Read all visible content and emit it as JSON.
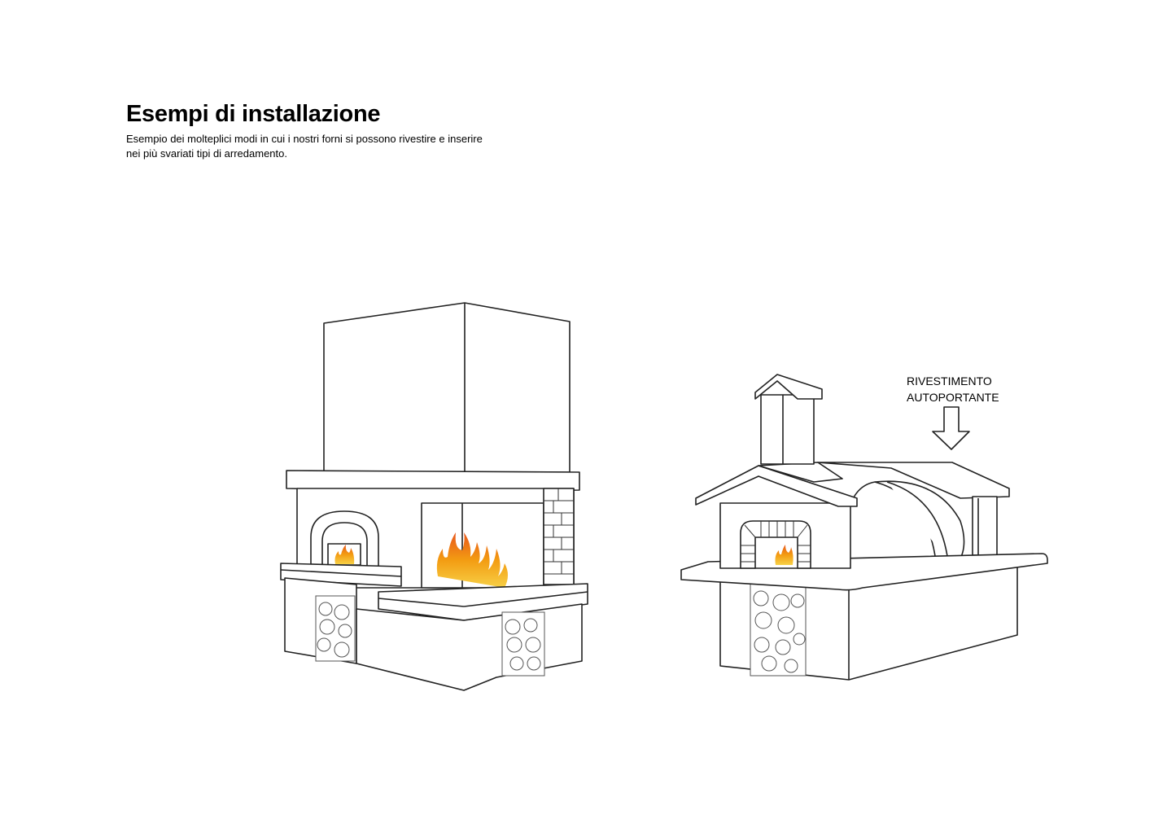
{
  "page": {
    "title": "Esempi di installazione",
    "description_lines": [
      "Esempio dei molteplici modi in cui i nostri forni si possono rivestire e inserire",
      "nei più svariati tipi di arredamento."
    ]
  },
  "figures": [
    {
      "name": "fireplace-oven-installation"
    },
    {
      "name": "self-supporting-oven-installation",
      "annotation_lines": [
        "RIVESTIMENTO",
        "AUTOPORTANTE"
      ],
      "annotation_icon": "arrow-down-icon"
    }
  ],
  "colors": {
    "text": "#000000",
    "line": "#222222",
    "flame": "#f39c12"
  }
}
